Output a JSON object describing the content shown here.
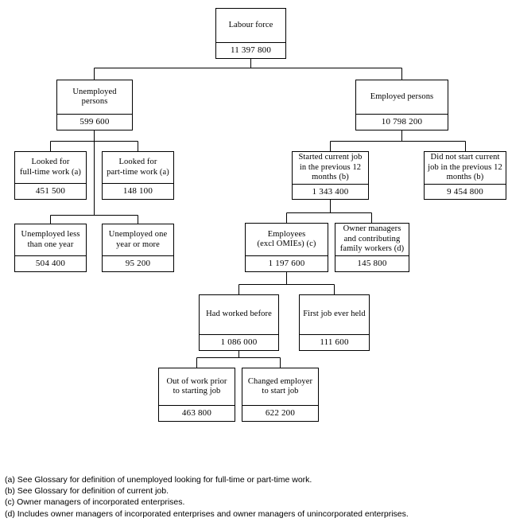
{
  "chart_data": {
    "type": "diagram",
    "title": "Labour force",
    "nodes": [
      {
        "id": "labour_force",
        "label": "Labour force",
        "value": "11 397 800"
      },
      {
        "id": "unemployed_persons",
        "label": "Unemployed persons",
        "value": "599 600"
      },
      {
        "id": "employed_persons",
        "label": "Employed persons",
        "value": "10 798 200"
      },
      {
        "id": "looked_full_time",
        "label": "Looked for full-time work (a)",
        "value": "451 500"
      },
      {
        "id": "looked_part_time",
        "label": "Looked for part-time work (a)",
        "value": "148 100"
      },
      {
        "id": "unemployed_less_one_year",
        "label": "Unemployed less than one year",
        "value": "504 400"
      },
      {
        "id": "unemployed_one_year_more",
        "label": "Unemployed one year or more",
        "value": "95 200"
      },
      {
        "id": "started_current_job",
        "label": "Started current job in the previous 12 months (b)",
        "value": "1 343 400"
      },
      {
        "id": "did_not_start_current_job",
        "label": "Did not start current job in the previous 12 months (b)",
        "value": "9 454 800"
      },
      {
        "id": "employees",
        "label": "Employees (excl OMIEs) (c)",
        "value": "1 197 600"
      },
      {
        "id": "owner_managers",
        "label": "Owner managers and contributing family workers (d)",
        "value": "145 800"
      },
      {
        "id": "had_worked_before",
        "label": "Had worked before",
        "value": "1 086 000"
      },
      {
        "id": "first_job_ever_held",
        "label": "First job ever held",
        "value": "111 600"
      },
      {
        "id": "out_of_work_prior",
        "label": "Out of work prior to starting job",
        "value": "463 800"
      },
      {
        "id": "changed_employer",
        "label": "Changed employer to start job",
        "value": "622 200"
      }
    ]
  },
  "boxes": {
    "labour_force": {
      "label_line1": "Labour force",
      "value": "11 397 800"
    },
    "unemployed_persons": {
      "label_line1": "Unemployed",
      "label_line2": "persons",
      "value": "599 600"
    },
    "employed_persons": {
      "label_line1": "Employed persons",
      "value": "10 798 200"
    },
    "looked_full_time": {
      "label_line1": "Looked for",
      "label_line2": "full-time work (a)",
      "value": "451 500"
    },
    "looked_part_time": {
      "label_line1": "Looked for",
      "label_line2": "part-time work (a)",
      "value": "148 100"
    },
    "unemployed_less_one_year": {
      "label_line1": "Unemployed less",
      "label_line2": "than one year",
      "value": "504 400"
    },
    "unemployed_one_year_more": {
      "label_line1": "Unemployed one",
      "label_line2": "year or more",
      "value": "95 200"
    },
    "started_current_job": {
      "label_line1": "Started current job",
      "label_line2": "in the previous 12",
      "label_line3": "months (b)",
      "value": "1 343 400"
    },
    "did_not_start_current_job": {
      "label_line1": "Did not start current",
      "label_line2": "job in the previous 12",
      "label_line3": "months (b)",
      "value": "9 454 800"
    },
    "employees": {
      "label_line1": "Employees",
      "label_line2": "(excl OMIEs) (c)",
      "value": "1 197 600"
    },
    "owner_managers": {
      "label_line1": "Owner managers",
      "label_line2": "and contributing",
      "label_line3": "family workers (d)",
      "value": "145 800"
    },
    "had_worked_before": {
      "label_line1": "Had worked before",
      "value": "1 086 000"
    },
    "first_job_ever_held": {
      "label_line1": "First job ever held",
      "value": "111 600"
    },
    "out_of_work_prior": {
      "label_line1": "Out of work prior",
      "label_line2": "to starting job",
      "value": "463 800"
    },
    "changed_employer": {
      "label_line1": "Changed employer",
      "label_line2": "to start job",
      "value": "622 200"
    }
  },
  "footnotes": [
    "(a) See Glossary for definition of unemployed looking for full-time or part-time work.",
    "(b) See Glossary for definition of current job.",
    "(c) Owner managers of incorporated enterprises.",
    "(d) Includes owner managers of incorporated enterprises and owner managers of unincorporated enterprises."
  ]
}
